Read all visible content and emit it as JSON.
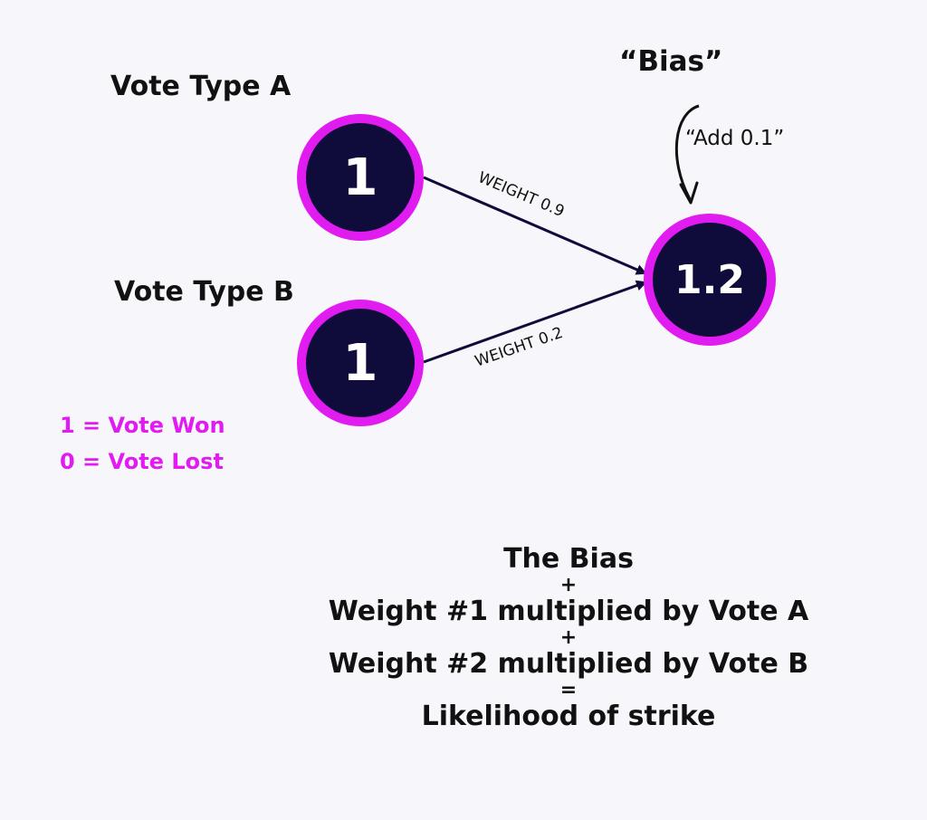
{
  "labels": {
    "vote_a": "Vote Type A",
    "vote_b": "Vote Type B",
    "bias_title": "“Bias”",
    "bias_note": "“Add 0.1”"
  },
  "nodes": {
    "input_a": "1",
    "input_b": "1",
    "output": "1.2"
  },
  "weights": {
    "a": "WEIGHT 0.9",
    "b": "WEIGHT 0.2"
  },
  "legend": [
    "1 = Vote Won",
    "0 = Vote Lost"
  ],
  "formula": [
    "The Bias",
    "+",
    "Weight #1 multiplied by Vote A",
    "+",
    "Weight #2 multiplied by Vote B",
    "=",
    "Likelihood of strike"
  ],
  "colors": {
    "node_fill": "#0f0b3a",
    "node_border": "#e11cf0",
    "legend_text": "#e11cf0",
    "background": "#f7f6fa"
  }
}
